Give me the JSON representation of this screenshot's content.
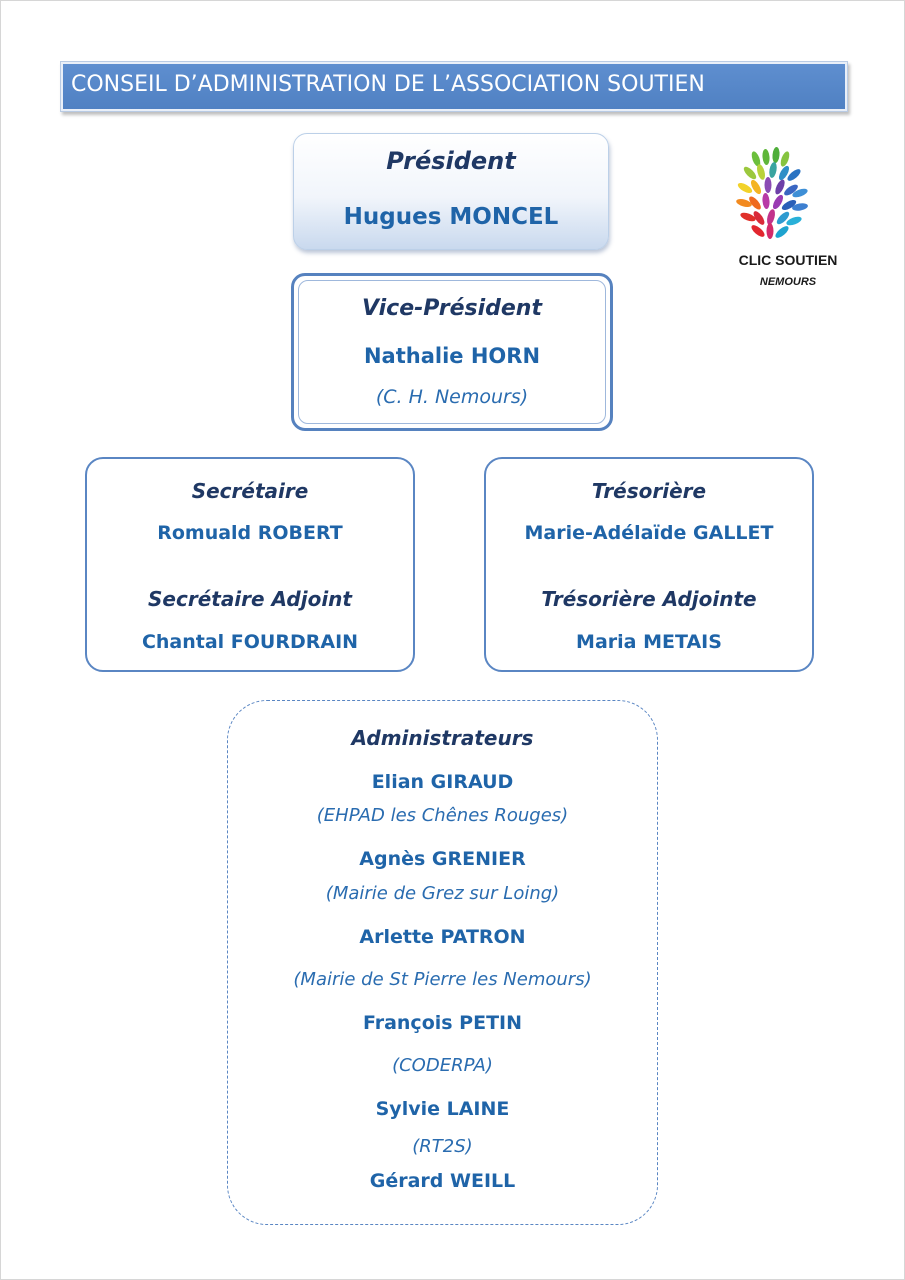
{
  "header": {
    "title": "CONSEIL D’ADMINISTRATION DE L’ASSOCIATION SOUTIEN"
  },
  "logo": {
    "title": "CLIC SOUTIEN",
    "subtitle": "NEMOURS"
  },
  "president": {
    "role": "Président",
    "name": "Hugues MONCEL"
  },
  "vice_president": {
    "role": "Vice-Président",
    "name": "Nathalie HORN",
    "affiliation": "(C. H. Nemours)"
  },
  "secretary": {
    "role": "Secrétaire",
    "name": "Romuald ROBERT",
    "deputy_role": "Secrétaire Adjoint",
    "deputy_name": "Chantal FOURDRAIN"
  },
  "treasurer": {
    "role": "Trésorière",
    "name": "Marie-Adélaïde GALLET",
    "deputy_role": "Trésorière Adjointe",
    "deputy_name": "Maria METAIS"
  },
  "administrators": {
    "heading": "Administrateurs",
    "members": [
      {
        "name": "Elian GIRAUD",
        "affiliation": "(EHPAD les Chênes Rouges)"
      },
      {
        "name": "Agnès GRENIER",
        "affiliation": "(Mairie de Grez sur Loing)"
      },
      {
        "name": "Arlette PATRON",
        "affiliation": "(Mairie de St Pierre les Nemours)"
      },
      {
        "name": "François PETIN",
        "affiliation": "(CODERPA)"
      },
      {
        "name": "Sylvie LAINE",
        "affiliation": "(RT2S)"
      },
      {
        "name": "Gérard WEILL"
      }
    ]
  },
  "colors": {
    "title_bar": "#4f80c2",
    "role_text": "#1f3864",
    "name_text": "#1f64a8",
    "box_border": "#5a86c3"
  }
}
